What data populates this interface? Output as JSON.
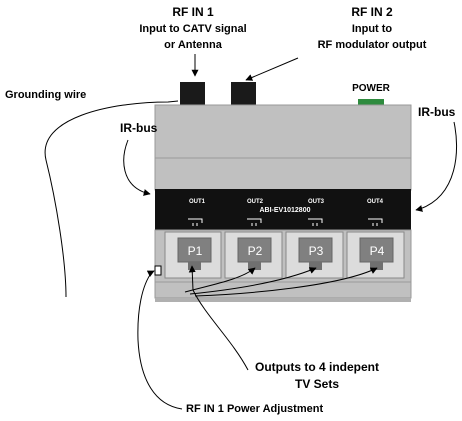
{
  "labels": {
    "rf_in1_line1": "RF IN 1",
    "rf_in1_line2": "Input to CATV signal",
    "rf_in1_line3": "or Antenna",
    "rf_in2_line1": "RF IN 2",
    "rf_in2_line2": "Input to",
    "rf_in2_line3": "RF modulator output",
    "grounding": "Grounding wire",
    "power": "POWER",
    "irbus_left": "IR-bus",
    "irbus_right": "IR-bus",
    "model": "ABI-EV1012800",
    "outputs_line1": "Outputs to 4 indepent",
    "outputs_line2": "TV Sets",
    "power_adj": "RF IN 1 Power Adjustment"
  },
  "out_labels": [
    "OUT1",
    "OUT2",
    "OUT3",
    "OUT4"
  ],
  "ports": [
    "P1",
    "P2",
    "P3",
    "P4"
  ],
  "colors": {
    "housing": "#c0c0c0",
    "band": "#111111",
    "port_block": "#808080",
    "port_bay": "#dcdcdc",
    "power_led": "#2e8b3e"
  }
}
